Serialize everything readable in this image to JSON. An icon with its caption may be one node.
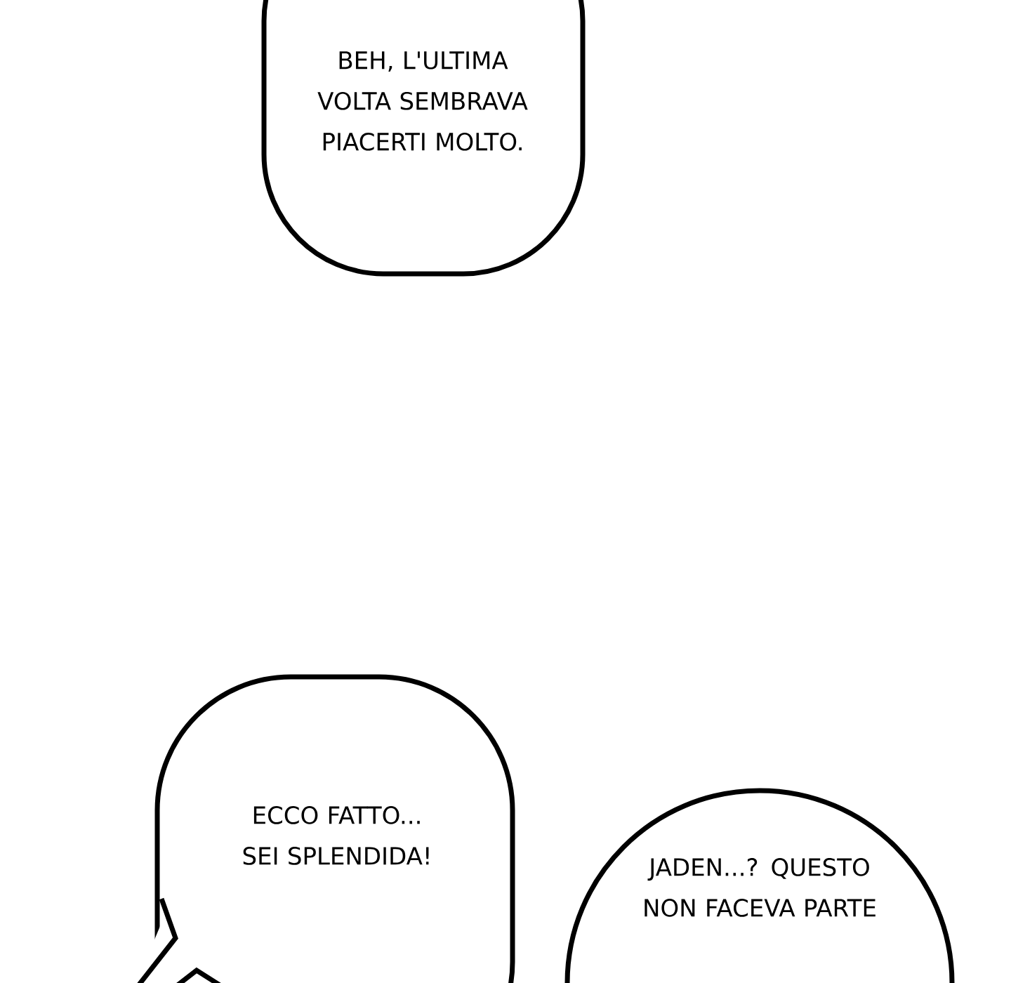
{
  "diagram": {
    "nodes": [
      {
        "text": [
          "BEH, L'ULTIMA VOLTA SEMBRAVA PIACERTI MOLTO."
        ]
      },
      {
        "text": [
          "ECCO FATTO... SEI SPLENDIDA!"
        ]
      },
      {
        "text": [
          "JADEN...? QUESTO NON FACEVA PARTE"
        ]
      }
    ]
  }
}
